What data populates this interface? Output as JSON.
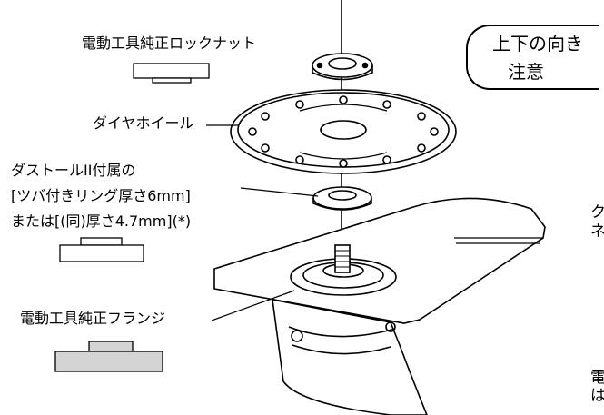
{
  "labels": {
    "lock_nut": "電動工具純正ロックナット",
    "diamond_wheel": "ダイヤホイール",
    "dust_line1": "ダストールII付属の",
    "dust_line2": "[ツバ付きリング厚さ6mm]",
    "dust_line3": "または[(同)厚さ4.7mm](*)",
    "flange": "電動工具純正フランジ"
  },
  "note": {
    "line1": "上下の向き",
    "line2": "注意"
  },
  "cut_text": {
    "a": "ク",
    "b": "ネ",
    "c": "電",
    "d": "は"
  },
  "colors": {
    "line": "#000000",
    "flange_fill": "#d4d4d4",
    "background": "#ffffff"
  }
}
